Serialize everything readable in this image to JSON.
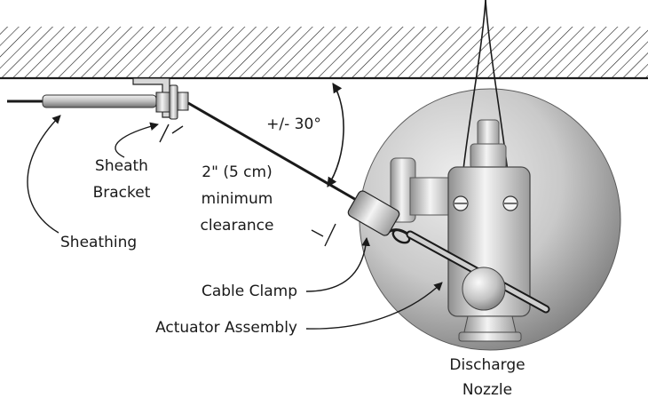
{
  "labels": {
    "angle": "+/- 30°",
    "sheath_bracket_line1": "Sheath",
    "sheath_bracket_line2": "Bracket",
    "clearance_line1": "2\" (5 cm)",
    "clearance_line2": "minimum",
    "clearance_line3": "clearance",
    "sheathing": "Sheathing",
    "cable_clamp": "Cable Clamp",
    "actuator_assembly": "Actuator Assembly",
    "discharge_line1": "Discharge",
    "discharge_line2": "Nozzle"
  },
  "colors": {
    "ink": "#1a1a1a",
    "sphere_light": "#e4e4e4",
    "sphere_dark": "#8a8a8a",
    "metal_light": "#f2f2f2",
    "metal_dark": "#9a9a9a"
  }
}
